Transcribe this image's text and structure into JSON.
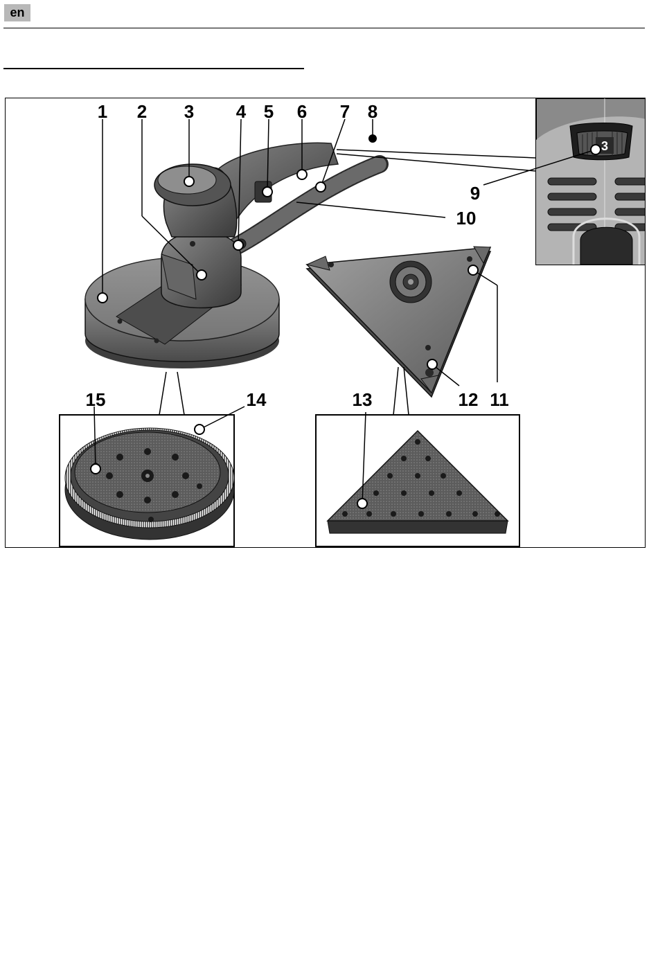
{
  "header": {
    "language": "en"
  },
  "figure": {
    "callouts": [
      "1",
      "2",
      "3",
      "4",
      "5",
      "6",
      "7",
      "8",
      "9",
      "10",
      "11",
      "12",
      "13",
      "14",
      "15"
    ],
    "dial_setting": "3"
  }
}
